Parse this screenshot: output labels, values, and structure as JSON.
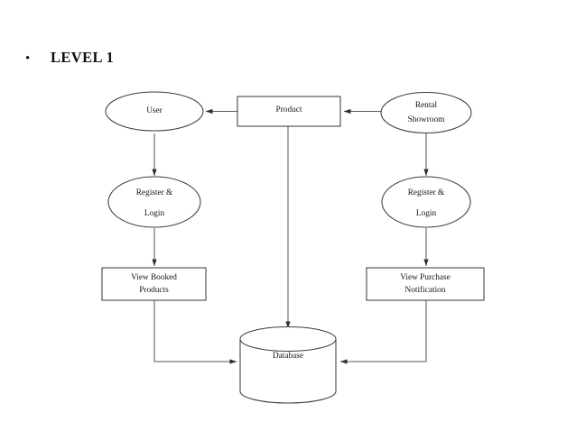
{
  "page": {
    "background_color": "#ffffff",
    "title_bullet": "•",
    "title": "LEVEL 1"
  },
  "diagram": {
    "type": "data-flow-diagram",
    "stroke_color": "#3d3d3d",
    "edge_color": "#5a5a5a",
    "fill_color": "#ffffff",
    "text_color": "#151515",
    "nodes": [
      {
        "id": "user",
        "shape": "ellipse",
        "label": "User"
      },
      {
        "id": "product",
        "shape": "rectangle",
        "label": "Product"
      },
      {
        "id": "rental_showroom",
        "shape": "ellipse",
        "label_line1": "Rental",
        "label_line2": "Showroom"
      },
      {
        "id": "register_login_left",
        "shape": "ellipse",
        "label_line1": "Register &",
        "label_line2": "Login"
      },
      {
        "id": "register_login_right",
        "shape": "ellipse",
        "label_line1": "Register &",
        "label_line2": "Login"
      },
      {
        "id": "view_booked_products",
        "shape": "rectangle",
        "label_line1": "View Booked",
        "label_line2": "Products"
      },
      {
        "id": "view_purchase_notification",
        "shape": "rectangle",
        "label_line1": "View Purchase",
        "label_line2": "Notification"
      },
      {
        "id": "database",
        "shape": "cylinder",
        "label": "Database"
      }
    ],
    "edges": [
      {
        "from": "product",
        "to": "user",
        "direction": "left"
      },
      {
        "from": "rental_showroom",
        "to": "product",
        "direction": "left"
      },
      {
        "from": "user",
        "to": "register_login_left",
        "direction": "down"
      },
      {
        "from": "rental_showroom",
        "to": "register_login_right",
        "direction": "down"
      },
      {
        "from": "register_login_left",
        "to": "view_booked_products",
        "direction": "down"
      },
      {
        "from": "register_login_right",
        "to": "view_purchase_notification",
        "direction": "down"
      },
      {
        "from": "product",
        "to": "database",
        "direction": "down"
      },
      {
        "from": "view_booked_products",
        "to": "database",
        "direction": "down-right"
      },
      {
        "from": "view_purchase_notification",
        "to": "database",
        "direction": "down-left"
      }
    ]
  }
}
